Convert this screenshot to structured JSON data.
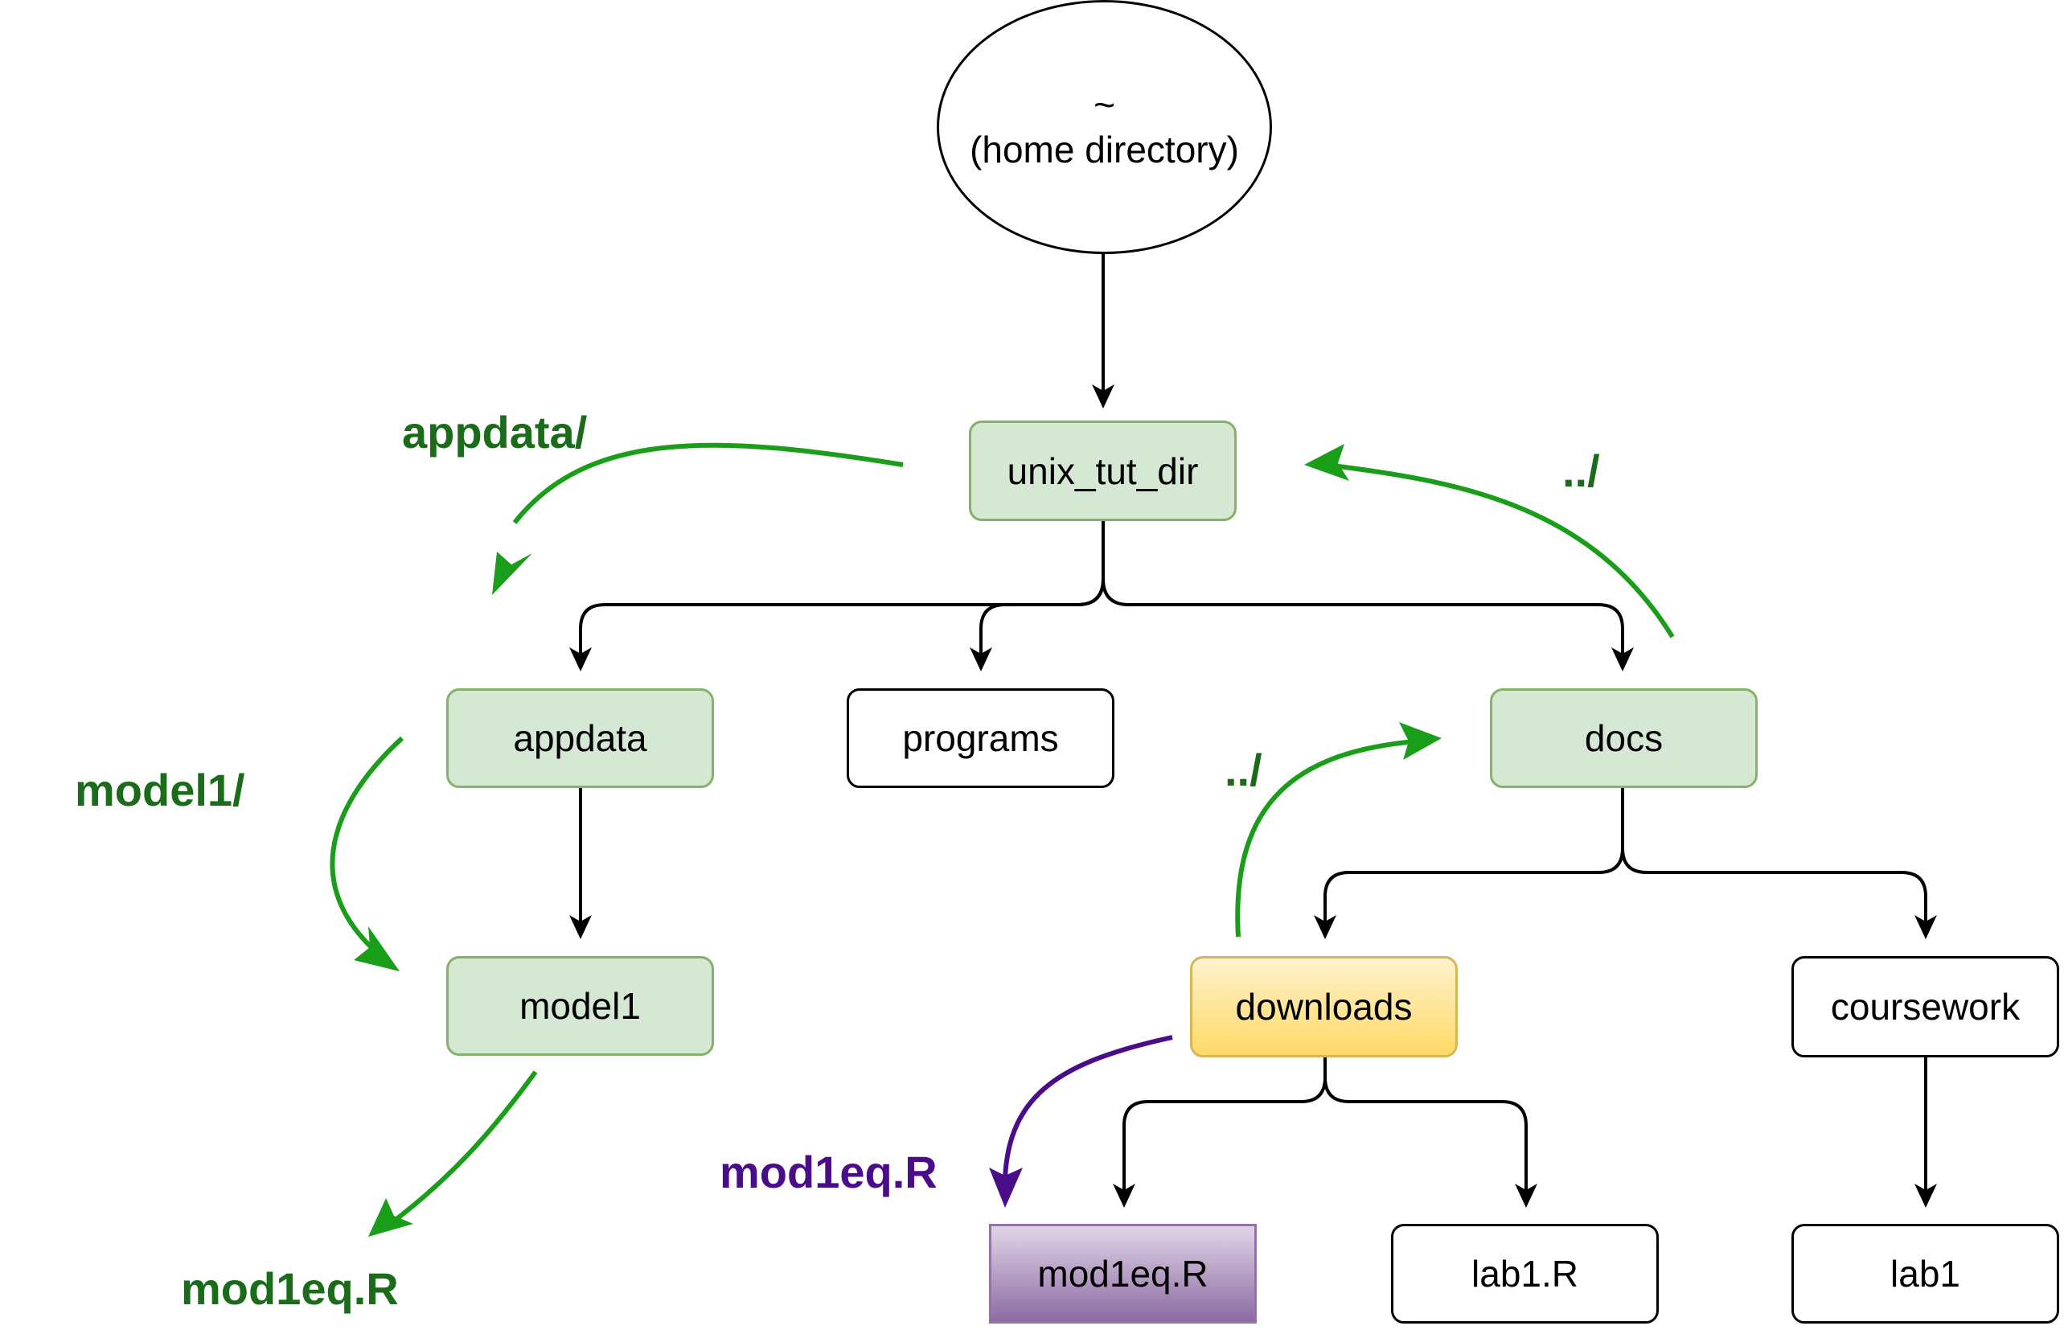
{
  "root": {
    "symbol": "~",
    "caption": "(home directory)"
  },
  "nodes": {
    "unix_tut_dir": "unix_tut_dir",
    "appdata": "appdata",
    "programs": "programs",
    "docs": "docs",
    "model1": "model1",
    "downloads": "downloads",
    "coursework": "coursework",
    "mod1eq": "mod1eq.R",
    "lab1_r": "lab1.R",
    "lab1": "lab1"
  },
  "path_labels": {
    "appdata": "appdata/",
    "model1": "model1/",
    "mod1eq_left": "mod1eq.R",
    "up_to_unix": "../",
    "up_to_docs": "../",
    "mod1eq_right": "mod1eq.R"
  },
  "colors": {
    "green_arrow": "#1a9e1a",
    "green_label": "#1a6b1a",
    "purple_arrow": "#4b0c8a",
    "green_fill": "#d5e8d4",
    "yellow_fill": "#ffd966",
    "purple_fill": "#8c6ba3"
  }
}
